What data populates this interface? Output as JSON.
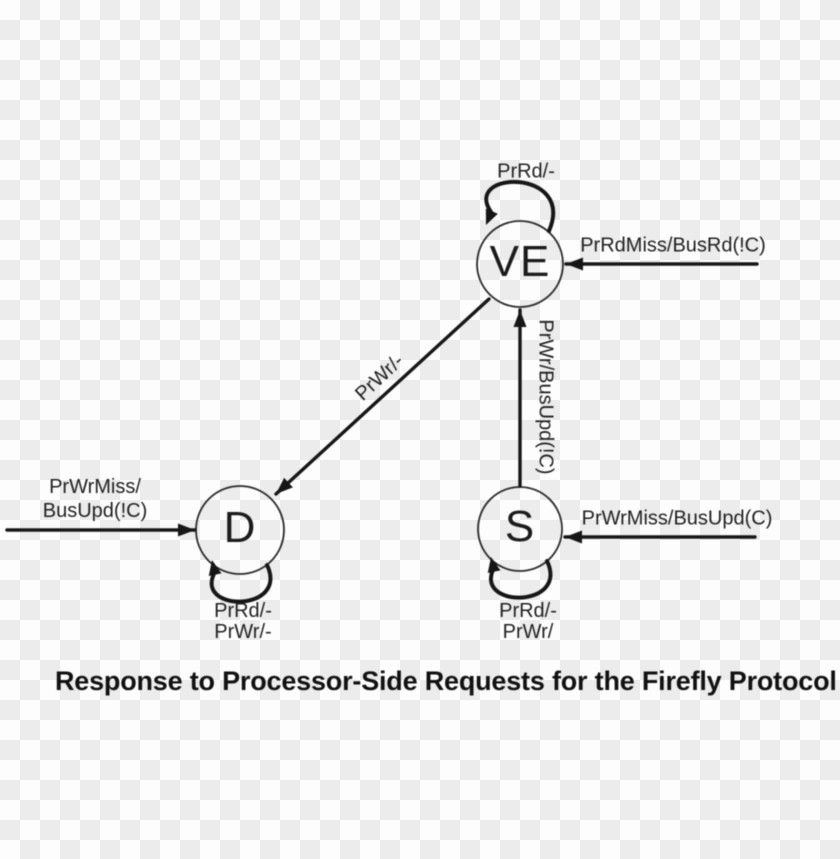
{
  "title": "Response to Processor-Side Requests for the Firefly Protocol",
  "diagram": {
    "states": [
      {
        "id": "ve",
        "label": "VE"
      },
      {
        "id": "d",
        "label": "D"
      },
      {
        "id": "s",
        "label": "S"
      }
    ],
    "transitions": {
      "ve_self_loop": "PrRd/-",
      "into_ve_from_right": "PrRdMiss/BusRd(!C)",
      "ve_to_d": "PrWr/-",
      "s_to_ve": "PrWr/BusUpd(!C)",
      "into_d_from_left_line1": "PrWrMiss/",
      "into_d_from_left_line2": "BusUpd(!C)",
      "d_self_loop_line1": "PrRd/-",
      "d_self_loop_line2": "PrWr/-",
      "into_s_from_right": "PrWrMiss/BusUpd(C)",
      "s_self_loop_line1": "PrRd/-",
      "s_self_loop_line2": "PrWr/"
    }
  },
  "colors": {
    "stroke": "#161616",
    "text": "#1f1f1f",
    "checker_light": "#fdfdfd",
    "checker_dark": "#ececec"
  }
}
